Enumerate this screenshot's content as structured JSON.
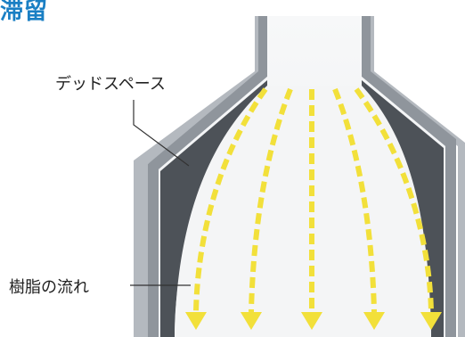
{
  "header": {
    "title": "滞留"
  },
  "labels": {
    "dead_space": "デッドスペース",
    "resin_flow": "樹脂の流れ"
  },
  "colors": {
    "title": "#1a7fc4",
    "arrow": "#f2e03a",
    "wall": "#9aa0a8",
    "dead_zone": "#4a4f55",
    "interior": "#f2f3f4"
  }
}
